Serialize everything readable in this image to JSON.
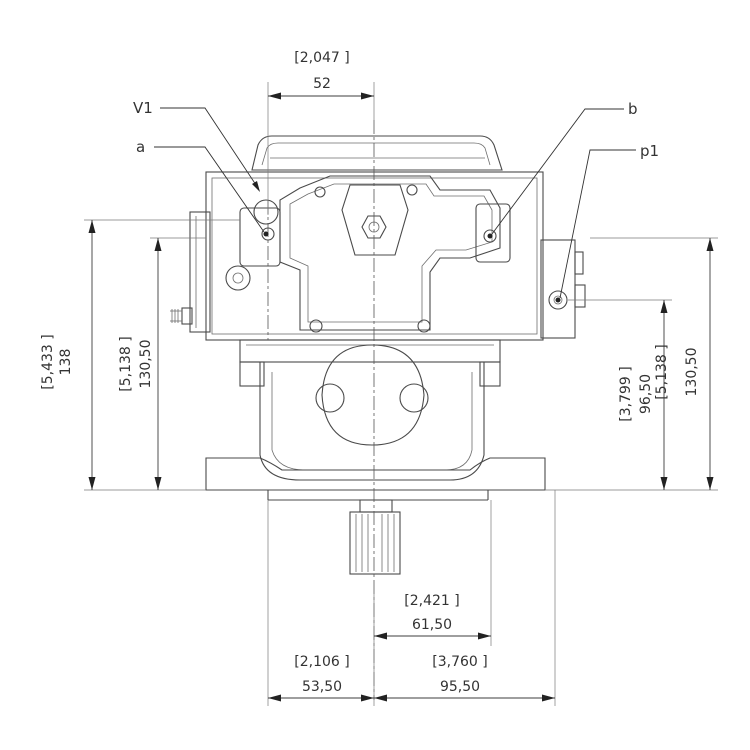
{
  "dimensions": {
    "top_width": {
      "inch": "[2,047 ]",
      "mm": "52"
    },
    "left_total_height": {
      "inch": "[5,433 ]",
      "mm": "138"
    },
    "left_mount_height": {
      "inch": "[5,138 ]",
      "mm": "130,50"
    },
    "right_port_height": {
      "inch": "[3,799 ]",
      "mm": "96,50"
    },
    "right_mount_height": {
      "inch": "[5,138 ]",
      "mm": "130,50"
    },
    "bottom_port_offset": {
      "inch": "[2,421 ]",
      "mm": "61,50"
    },
    "bottom_left_offset": {
      "inch": "[2,106 ]",
      "mm": "53,50"
    },
    "bottom_right_offset": {
      "inch": "[3,760 ]",
      "mm": "95,50"
    }
  },
  "port_labels": {
    "v1": "V1",
    "a": "a",
    "b": "b",
    "p1": "p1"
  }
}
